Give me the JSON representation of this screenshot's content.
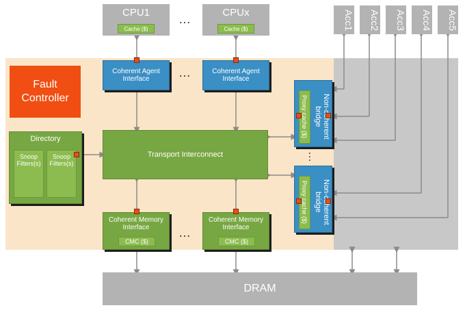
{
  "cpus": [
    {
      "label": "CPU1",
      "cache": "Cache ($)"
    },
    {
      "label": "CPUx",
      "cache": "Cache ($)"
    }
  ],
  "ellipsis": "…",
  "accelerators": [
    "Acc1",
    "Acc2",
    "Acc3",
    "Acc4",
    "Acc5"
  ],
  "fault_controller": "Fault Controller",
  "directory": {
    "title": "Directory",
    "filters": [
      "Snoop Filters(s)",
      "Snoop Filters(s)"
    ]
  },
  "coherent_agent": [
    "Coherent Agent Interface",
    "Coherent Agent Interface"
  ],
  "transport": "Transport Interconnect",
  "coherent_memory": [
    {
      "label": "Coherent Memory Interface",
      "cmc": "CMC ($)"
    },
    {
      "label": "Coherent Memory Interface",
      "cmc": "CMC ($)"
    }
  ],
  "bridges": [
    {
      "label": "Non-coherent bridge",
      "proxy": "Proxy cache ($)"
    },
    {
      "label": "Non-coherent bridge",
      "proxy": "Proxy cache ($)"
    }
  ],
  "dram": "DRAM",
  "colors": {
    "tan": "#fbe5c8",
    "blue": "#3a8fc4",
    "green": "#77a743",
    "orange": "#e84e1b",
    "gray": "#b3b3b3"
  }
}
